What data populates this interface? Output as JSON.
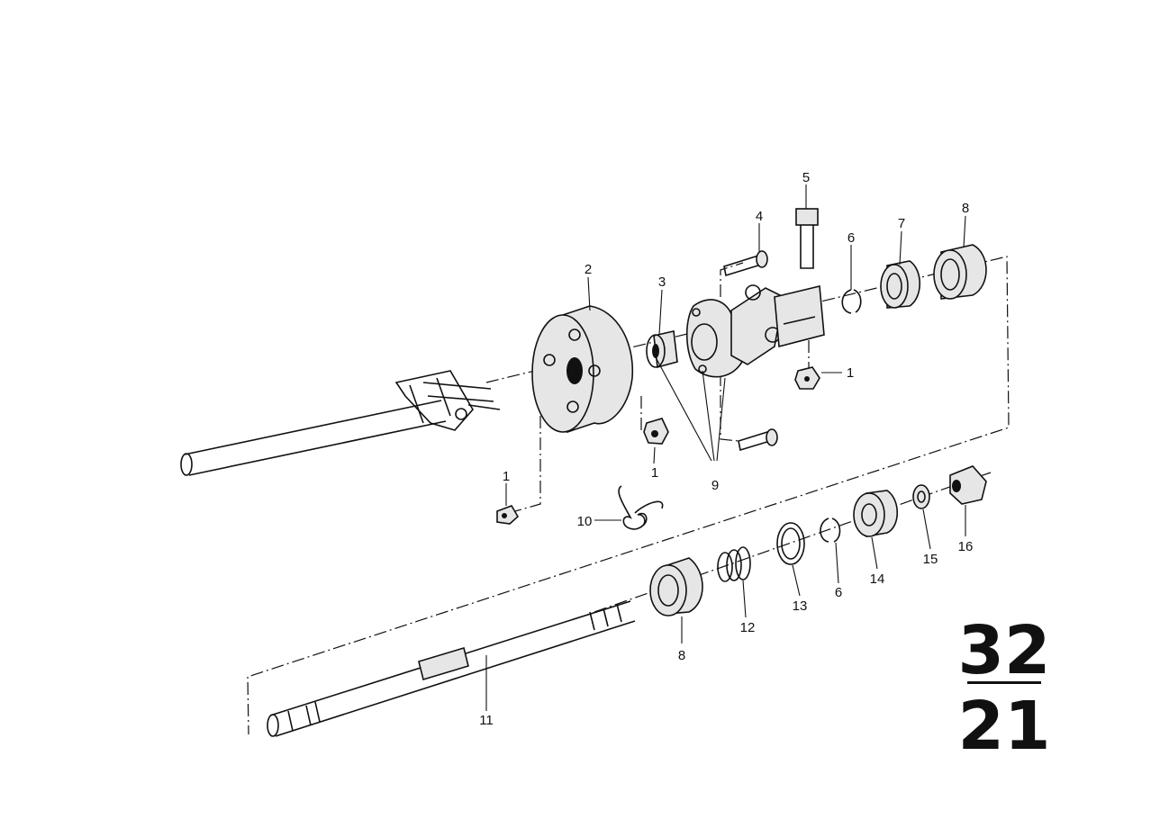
{
  "section": {
    "number": "32",
    "subnumber": "21"
  },
  "callouts": {
    "c1a": "1",
    "c1b": "1",
    "c1c": "1",
    "c2": "2",
    "c3": "3",
    "c4": "4",
    "c5": "5",
    "c6a": "6",
    "c6b": "6",
    "c7": "7",
    "c8a": "8",
    "c8b": "8",
    "c9": "9",
    "c10": "10",
    "c11": "11",
    "c12": "12",
    "c13": "13",
    "c14": "14",
    "c15": "15",
    "c16": "16"
  },
  "colors": {
    "ink": "#111111",
    "paper": "#ffffff"
  }
}
